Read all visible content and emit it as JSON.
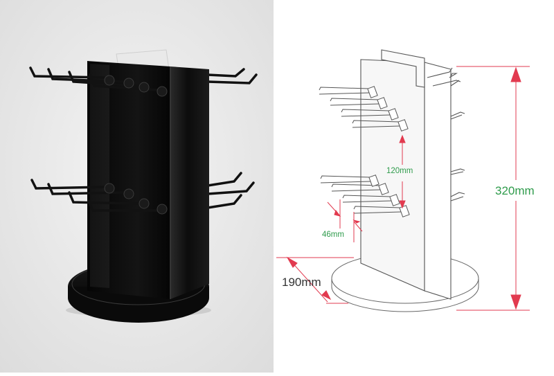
{
  "colors": {
    "background_photo": "#ececec",
    "acrylic": "#0b0b0b",
    "outline": "#555555",
    "dimension_line": "#e23a4f",
    "dimension_text": "#2e9b4b",
    "base_text": "#333333"
  },
  "dimensions": {
    "height": "320mm",
    "base_diameter": "190mm",
    "row_spacing": "120mm",
    "hook_spacing": "46mm"
  }
}
